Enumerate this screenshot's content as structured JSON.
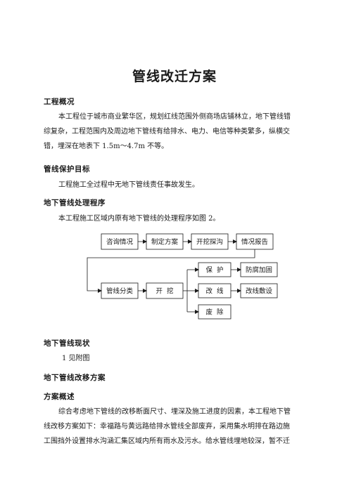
{
  "document": {
    "title": "管线改迁方案",
    "sections": {
      "overview": {
        "heading": "工程概况",
        "lines": [
          "本工程位于城市商业繁华区，规划红线范围外侧商场店铺林立，地下管线错",
          "综复杂，工程范围内及周边地下管线有给排水、电力、电信等种类繁多，纵横交",
          "错，埋深在地表下 1.5m～4.7m 不等。"
        ]
      },
      "goal": {
        "heading": "管线保护目标",
        "text": "工程施工全过程中无地下管线责任事故发生。"
      },
      "procedure": {
        "heading": "地下管线处理程序",
        "text": "本工程施工区域内原有地下管线的处理程序如图 2。"
      },
      "status": {
        "heading": "地下管线现状",
        "text": "1 见附图"
      },
      "plan": {
        "heading": "地下管线改移方案"
      },
      "summary": {
        "heading": "方案概述",
        "lines": [
          "综合考虑地下管线的改移断面尺寸、埋深及施工进度的因素，本工程地下管",
          "线改移方案如下：幸福路与黄远路给排水管线全部废弃，采用集水明排在路边施",
          "工围挡外设置排水沟涵汇集区域内所有雨水及污水。给水管线埋地较深，暂不迁"
        ]
      }
    }
  },
  "flowchart": {
    "top_row": [
      "咨询情况",
      "制定方案",
      "开挖探沟",
      "情况报告"
    ],
    "classify": "管线分类",
    "excavate": "开  挖",
    "branches": [
      "保  护",
      "改  线",
      "废  除"
    ],
    "outcomes": [
      "防腐加固",
      "改线敷设"
    ]
  }
}
